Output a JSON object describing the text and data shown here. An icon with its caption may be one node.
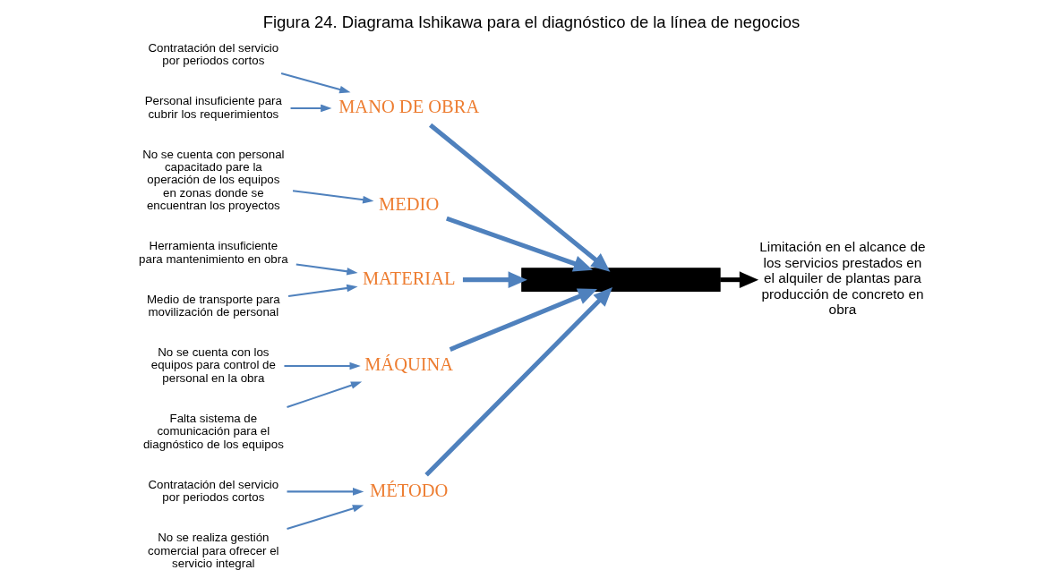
{
  "diagram": {
    "title": "Figura 24. Diagrama Ishikawa para el diagnóstico de la línea de negocios",
    "nodes": [
      {
        "text": [
          "MÉTODO"
        ]
      },
      {
        "text": [
          "MANO DE OBRA"
        ]
      },
      {
        "text": [
          "Contratación del servicio por periodos cortos"
        ]
      },
      {
        "text": [
          "No se realiza gestión comercial para ofrecer el servicio integral"
        ]
      },
      {
        "text": [
          "Contratación del servicio por periodos cortos"
        ]
      },
      {
        "text": [
          "Personal insuficiente para cubrir los requerimientos"
        ]
      },
      {
        "text": [],
        "shape": "bar"
      },
      {
        "text": [
          "Limitación en el alcance de los servicios prestados en el alquiler de plantas para producción de concreto en obra"
        ]
      },
      {
        "text": [
          "MEDIO"
        ]
      },
      {
        "text": [
          "MATERIAL"
        ]
      },
      {
        "text": [
          "MÁQUINA"
        ]
      },
      {
        "text": [
          "No se cuenta con personal capacitado pare la operación de los equipos en zonas donde se encuentran los proyectos"
        ]
      },
      {
        "text": [
          "Herramienta insuficiente para mantenimiento en obra"
        ]
      },
      {
        "text": [
          "Medio de transporte para movilización de personal"
        ]
      },
      {
        "text": [
          "No se cuenta con los equipos para control de personal en la obra"
        ]
      },
      {
        "text": [
          "Falta sistema de comunicación para el diagnóstico de los equipos"
        ]
      }
    ],
    "edges": [
      {
        "from": 2,
        "to": 0,
        "arrow": "to"
      },
      {
        "from": 3,
        "to": 0,
        "arrow": "to"
      },
      {
        "from": 4,
        "to": 1,
        "arrow": "to"
      },
      {
        "from": 5,
        "to": 1,
        "arrow": "to"
      },
      {
        "from": 0,
        "to": 6,
        "arrow": "to",
        "style": "thick"
      },
      {
        "from": 1,
        "to": 6,
        "arrow": "to",
        "style": "thick"
      },
      {
        "from": 6,
        "to": 7,
        "arrow": "to",
        "style": "thick",
        "color": "#000000"
      },
      {
        "from": 11,
        "to": 8,
        "arrow": "to"
      },
      {
        "from": 12,
        "to": 9,
        "arrow": "to"
      },
      {
        "from": 13,
        "to": 9,
        "arrow": "to"
      },
      {
        "from": 14,
        "to": 10,
        "arrow": "to"
      },
      {
        "from": 15,
        "to": 10,
        "arrow": "to"
      },
      {
        "from": 8,
        "to": 6,
        "arrow": "to",
        "style": "thick"
      },
      {
        "from": 9,
        "to": 6,
        "arrow": "to",
        "style": "thick"
      },
      {
        "from": 10,
        "to": 6,
        "arrow": "to",
        "style": "thick"
      }
    ]
  }
}
